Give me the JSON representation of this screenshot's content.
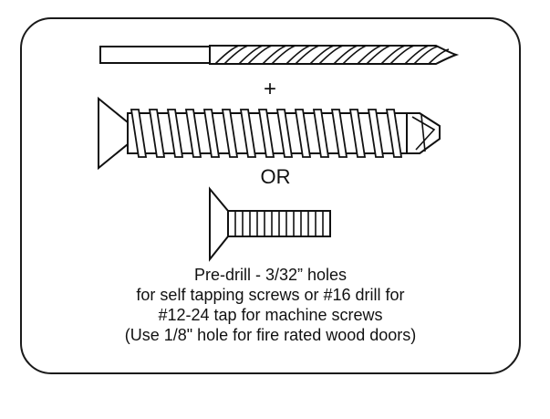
{
  "symbols": {
    "plus": "+",
    "or": "OR"
  },
  "instructions": {
    "lines": [
      "Pre-drill - 3/32” holes",
      "for self tapping screws or #16 drill for",
      "#12-24 tap for machine screws",
      "(Use 1/8\" hole for fire rated wood doors)"
    ]
  },
  "colors": {
    "ink": "#111111",
    "background": "#ffffff"
  },
  "icons": [
    "drill-bit-icon",
    "self-tapping-screw-icon",
    "machine-screw-icon"
  ]
}
